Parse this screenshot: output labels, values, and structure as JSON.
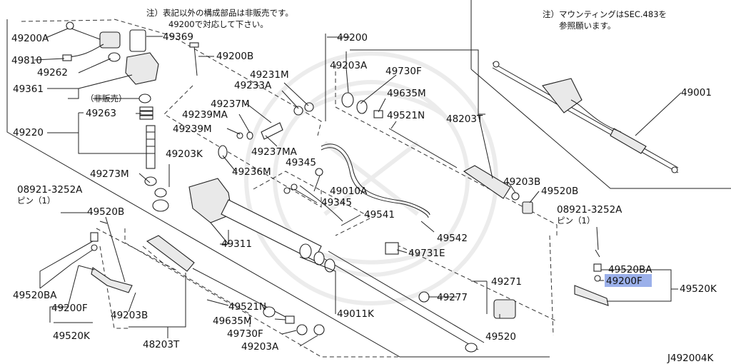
{
  "notes": {
    "top_line1": "注）表記以外の構成部品は非販売です。",
    "top_line2": "49200で対応して下さい。",
    "right_line1": "注）マウンティングはSEC.483を",
    "right_line2": "参照願います。",
    "not_sold": "（非販売）",
    "pin_code_left": "08921-3252A",
    "pin_qty_left": "ピン（1）",
    "pin_code_right": "08921-3252A",
    "pin_qty_right": "ピン（1）"
  },
  "labels": {
    "p49200A": "49200A",
    "p49369": "49369",
    "p49810": "49810",
    "p49262": "49262",
    "p49200B": "49200B",
    "p49361": "49361",
    "p49263": "49263",
    "p49220": "49220",
    "p49231M": "49231M",
    "p49233A": "49233A",
    "p49237M": "49237M",
    "p49239MA": "49239MA",
    "p49239M": "49239M",
    "p49237MA": "49237MA",
    "p49203K": "49203K",
    "p49236M": "49236M",
    "p49345a": "49345",
    "p49273M": "49273M",
    "p49010A": "49010A",
    "p49345b": "49345",
    "p49541": "49541",
    "p49542": "49542",
    "p49731E": "49731E",
    "p49311": "49311",
    "p49200": "49200",
    "p49203A_top": "49203A",
    "p49730F_top": "49730F",
    "p49635M_top": "49635M",
    "p49521N_top": "49521N",
    "p48203T_top": "48203T",
    "p49203B_right": "49203B",
    "p49520B_right": "49520B",
    "p49001": "49001",
    "p49520B_left": "49520B",
    "p49520BA_left": "49520BA",
    "p49200F_left": "49200F",
    "p49203B_left": "49203B",
    "p49520K_left": "49520K",
    "p49521N_bottom": "49521N",
    "p49635M_bottom": "49635M",
    "p49730F_bottom": "49730F",
    "p49203A_bottom": "49203A",
    "p48203T_bottom": "48203T",
    "p49011K": "49011K",
    "p49277": "49277",
    "p49271": "49271",
    "p49520": "49520",
    "p49520BA_right": "49520BA",
    "p49200F_right": "49200F",
    "p49520K_right": "49520K",
    "diagram_code": "J492004K"
  },
  "highlight_color": "#9bb0ea"
}
